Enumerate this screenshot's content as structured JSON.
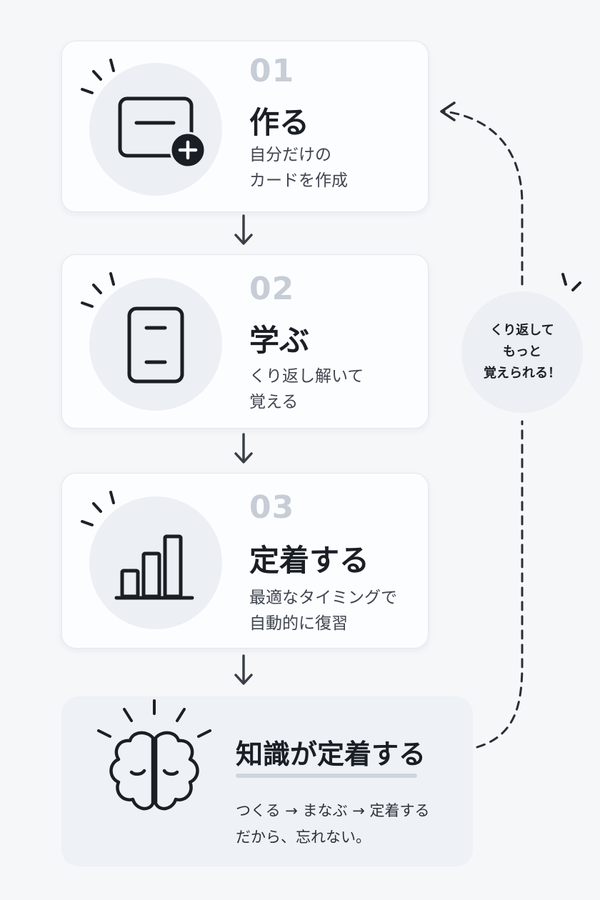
{
  "steps": [
    {
      "number": "01",
      "title": "作る",
      "desc_line1": "自分だけの",
      "desc_line2": "カードを作成",
      "icon": "card-add-icon"
    },
    {
      "number": "02",
      "title": "学ぶ",
      "desc_line1": "くり返し解いて",
      "desc_line2": "覚える",
      "icon": "flashcard-icon"
    },
    {
      "number": "03",
      "title": "定着する",
      "desc_line1": "最適なタイミングで",
      "desc_line2": "自動的に復習",
      "icon": "bar-chart-icon"
    }
  ],
  "final": {
    "title": "知識が定着する",
    "desc_line1": "つくる → まなぶ → 定着する",
    "desc_line2": "だから、忘れない。",
    "icon": "brain-icon"
  },
  "loop_badge": {
    "line1": "くり返して",
    "line2": "もっと",
    "line3": "覚えられる！"
  },
  "colors": {
    "background": "#f6f7f9",
    "card": "#fcfdfe",
    "icon_circle": "#eceff4",
    "number": "#c7cdd6",
    "ink": "#1a1f25"
  }
}
